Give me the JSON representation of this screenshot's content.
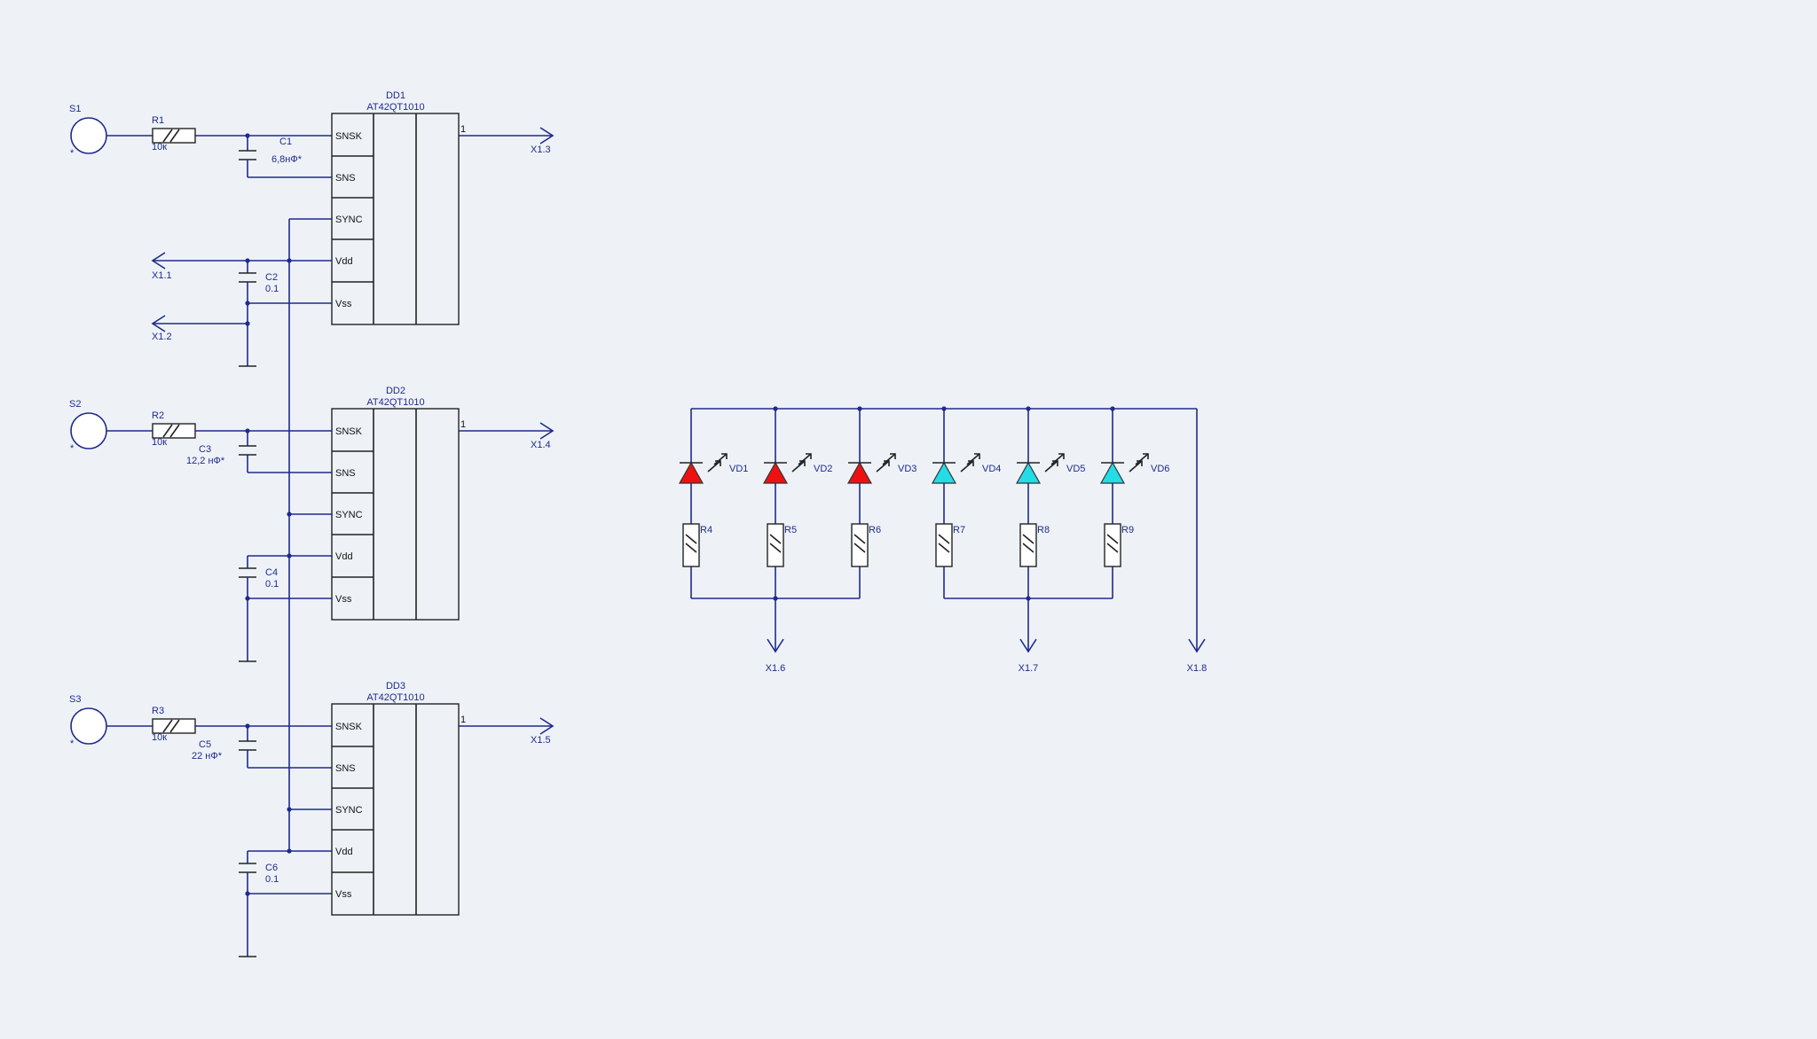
{
  "colors": {
    "background": "#eef2f7",
    "wire": "#1f2a8c",
    "led_red": "#ee1111",
    "led_cyan": "#22dde6"
  },
  "channels": [
    {
      "sensor": "S1",
      "resistor": "R1",
      "resistor_value": "10к",
      "cap": "C1",
      "cap_value": "6,8нФ*",
      "decoupling_cap": "C2",
      "decoupling_value": "0.1",
      "chip": "DD1",
      "chip_type": "AT42QT1010",
      "output_pin": "1",
      "output_net": "X1.3",
      "supply_net": "X1.1",
      "ground_net": "X1.2"
    },
    {
      "sensor": "S2",
      "resistor": "R2",
      "resistor_value": "10к",
      "cap": "C3",
      "cap_value": "12,2 нФ*",
      "decoupling_cap": "C4",
      "decoupling_value": "0.1",
      "chip": "DD2",
      "chip_type": "AT42QT1010",
      "output_pin": "1",
      "output_net": "X1.4"
    },
    {
      "sensor": "S3",
      "resistor": "R3",
      "resistor_value": "10к",
      "cap": "C5",
      "cap_value": "22 нФ*",
      "decoupling_cap": "C6",
      "decoupling_value": "0.1",
      "chip": "DD3",
      "chip_type": "AT42QT1010",
      "output_pin": "1",
      "output_net": "X1.5"
    }
  ],
  "chip_pins": [
    "SNSK",
    "SNS",
    "SYNC",
    "Vdd",
    "Vss"
  ],
  "sensor_mark": "*",
  "leds": [
    {
      "name": "VD1",
      "resistor": "R4",
      "color": "red"
    },
    {
      "name": "VD2",
      "resistor": "R5",
      "color": "red"
    },
    {
      "name": "VD3",
      "resistor": "R6",
      "color": "red"
    },
    {
      "name": "VD4",
      "resistor": "R7",
      "color": "cyan"
    },
    {
      "name": "VD5",
      "resistor": "R8",
      "color": "cyan"
    },
    {
      "name": "VD6",
      "resistor": "R9",
      "color": "cyan"
    }
  ],
  "led_outputs": [
    "X1.6",
    "X1.7",
    "X1.8"
  ]
}
